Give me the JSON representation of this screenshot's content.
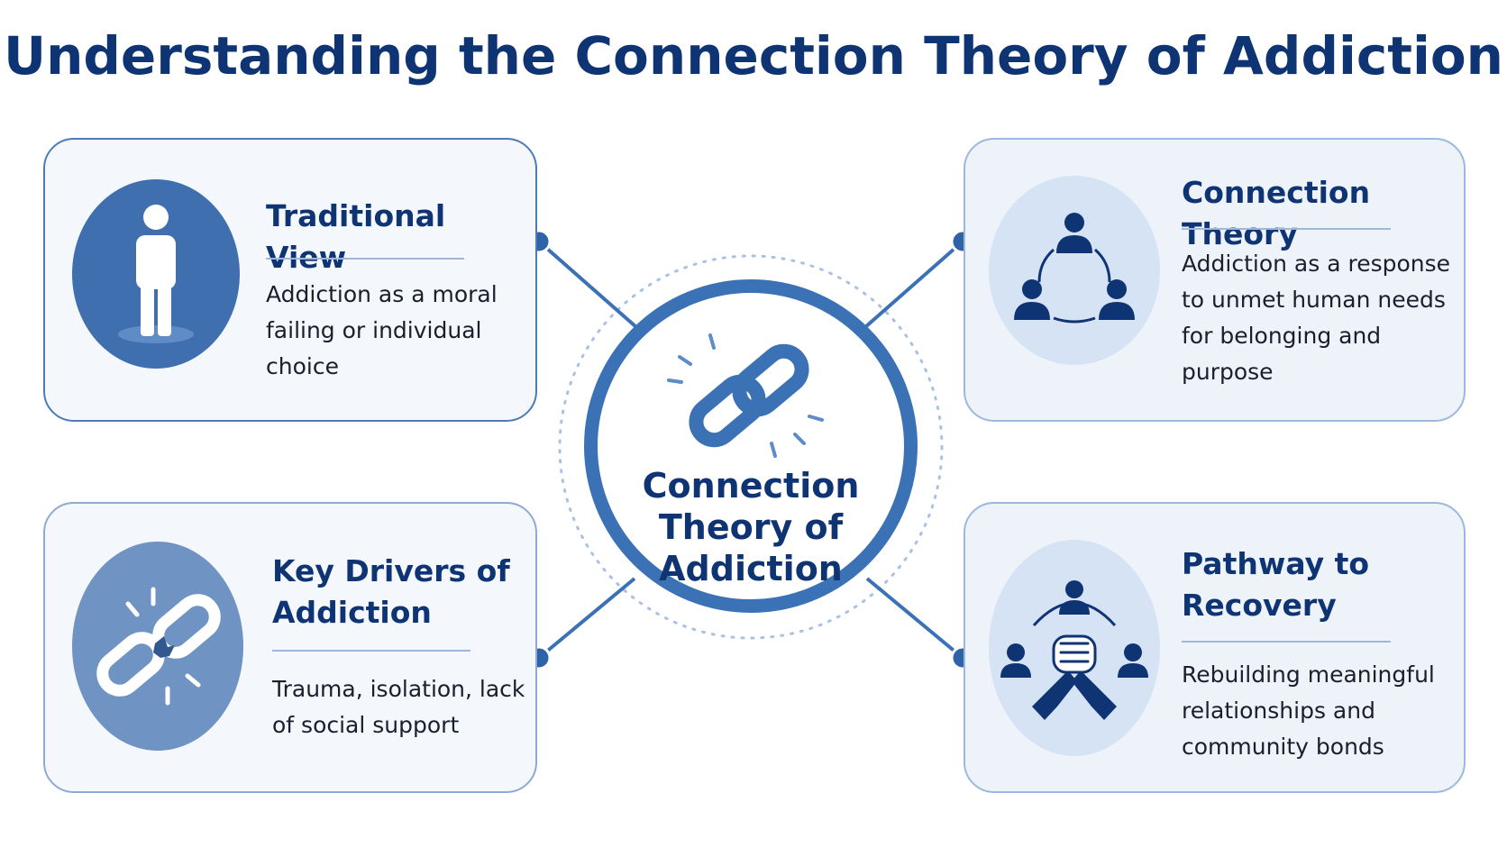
{
  "title": "Understanding the Connection Theory of Addiction",
  "hub": {
    "label": "Connection Theory of Addiction"
  },
  "cards": {
    "traditional": {
      "title": "Traditional View",
      "text": "Addiction as a moral failing or individual choice"
    },
    "drivers": {
      "title": "Key Drivers of Addiction",
      "text": "Trauma, isolation, lack of social support"
    },
    "connection": {
      "title": "Connection Theory",
      "text": "Addiction as a response to unmet human needs for belonging and purpose"
    },
    "recovery": {
      "title": "Pathway to Recovery",
      "text": "Rebuilding meaningful relationships and community bonds"
    }
  },
  "colors": {
    "navy": "#0f3473",
    "ring": "#3b72b6",
    "card_border": "#4d7bb8",
    "icon_fill_light": "#d6e3f4"
  }
}
